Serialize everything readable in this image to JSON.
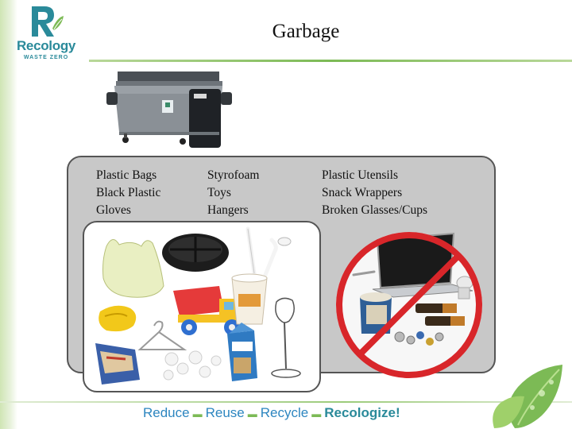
{
  "logo": {
    "brand": "Recology",
    "tagline": "WASTE ZERO",
    "icon": "recology-r-logo"
  },
  "slide": {
    "title": "Garbage"
  },
  "images": {
    "dumpster": "dumpster-image",
    "garbage_items": "garbage-items-photo",
    "not_allowed": "no-symbol-laptop-paint-batteries"
  },
  "columns": [
    [
      "Plastic Bags",
      "Black Plastic",
      "Gloves"
    ],
    [
      "Styrofoam",
      "Toys",
      "Hangers"
    ],
    [
      "Plastic Utensils",
      "Snack Wrappers",
      "Broken Glasses/Cups"
    ]
  ],
  "footer": {
    "reduce": "Reduce",
    "reuse": "Reuse",
    "recycle": "Recycle",
    "recologize": "Recologize!"
  },
  "colors": {
    "brand_teal": "#2a8a9a",
    "brand_green": "#7cba55",
    "footer_blue": "#2d86c0",
    "panel_gray": "#c8c8c8",
    "no_symbol_red": "#d8262a"
  }
}
